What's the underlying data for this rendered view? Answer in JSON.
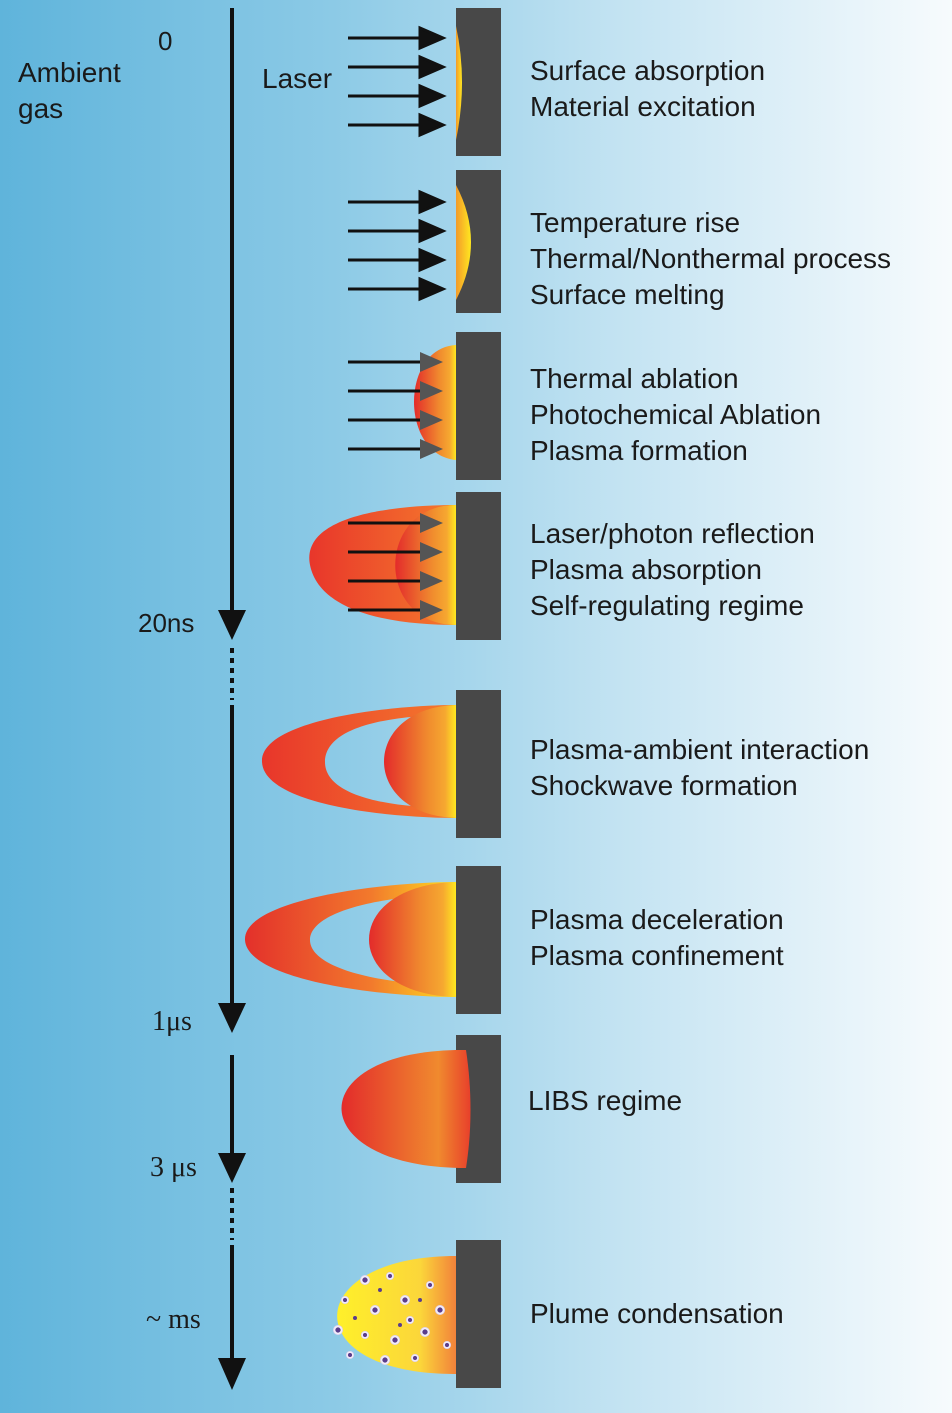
{
  "ambient_label": [
    "Ambient",
    "gas"
  ],
  "laser_label": "Laser",
  "timeline": {
    "t0": "0",
    "t20ns": "20ns",
    "t1us": "1μs",
    "t3us": "3 μs",
    "tms": "~ ms"
  },
  "stages": [
    {
      "lines": [
        "Surface absorption",
        "Material excitation"
      ]
    },
    {
      "lines": [
        "Temperature rise",
        "Thermal/Nonthermal process",
        "Surface melting"
      ]
    },
    {
      "lines": [
        "Thermal ablation",
        "Photochemical Ablation",
        "Plasma formation"
      ]
    },
    {
      "lines": [
        "Laser/photon reflection",
        "Plasma absorption",
        "Self-regulating regime"
      ]
    },
    {
      "lines": [
        "Plasma-ambient interaction",
        "Shockwave formation"
      ]
    },
    {
      "lines": [
        "Plasma deceleration",
        "Plasma confinement"
      ]
    },
    {
      "lines": [
        "LIBS regime"
      ]
    },
    {
      "lines": [
        "Plume condensation"
      ]
    }
  ],
  "colors": {
    "target": "#484848",
    "plasma_red": "#e32b2b",
    "plasma_orange": "#f08a2e",
    "plasma_yellow": "#ffe820",
    "particle": "#5a3c8c"
  }
}
